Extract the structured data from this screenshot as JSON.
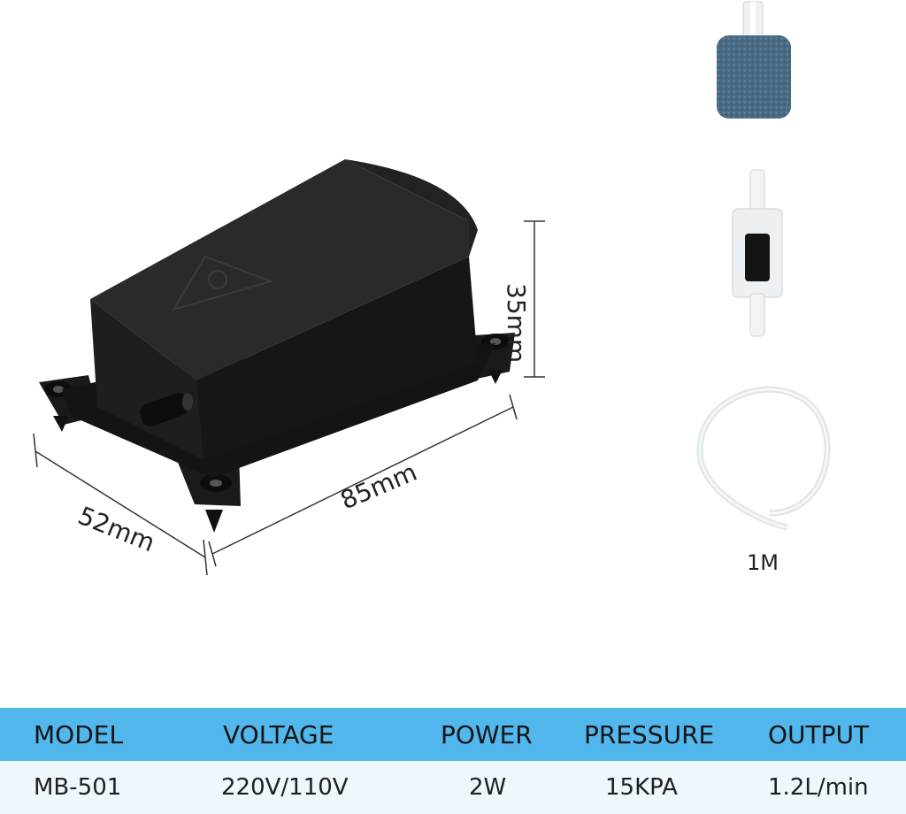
{
  "dimensions": {
    "height": "35mm",
    "length": "85mm",
    "width": "52mm"
  },
  "accessories": {
    "tube_length": "1M",
    "items": [
      "air-stone-icon",
      "check-valve-icon",
      "air-tube-icon"
    ]
  },
  "specs": {
    "headers": [
      "MODEL",
      "VOLTAGE",
      "POWER",
      "PRESSURE",
      "OUTPUT"
    ],
    "values": [
      "MB-501",
      "220V/110V",
      "2W",
      "15KPA",
      "1.2L/min"
    ]
  },
  "colors": {
    "header_bg": "#52b7ec",
    "row_bg": "#eef7fc",
    "pump_body": "#1b1b1b",
    "air_stone": "#4f6f88"
  }
}
